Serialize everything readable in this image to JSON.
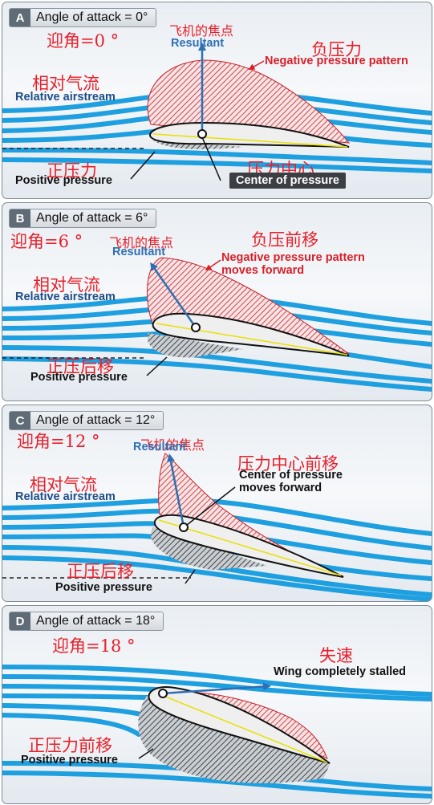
{
  "panels": [
    {
      "letter": "A",
      "title": "Angle of attack = 0°",
      "cn_aoa": "迎角=0 °",
      "cn_focus": "飞机的焦点",
      "resultant": "Resultant",
      "cn_neg": "负压力",
      "negative": "Negative pressure pattern",
      "cn_relative": "相对气流",
      "relative": "Relative airstream",
      "cn_positive": "正压力",
      "positive": "Positive pressure",
      "cn_cp": "压力中心",
      "cp": "Center of pressure"
    },
    {
      "letter": "B",
      "title": "Angle of attack = 6°",
      "cn_aoa": "迎角=6 °",
      "cn_focus": "飞机的焦点",
      "resultant": "Resultant",
      "cn_neg": "负压前移",
      "negative_1": "Negative pressure pattern",
      "negative_2": "moves forward",
      "cn_relative": "相对气流",
      "relative": "Relative airstream",
      "cn_positive": "正压后移",
      "positive": "Positive pressure"
    },
    {
      "letter": "C",
      "title": "Angle of attack = 12°",
      "cn_aoa": "迎角=12 °",
      "cn_focus": "飞机的焦点",
      "resultant": "Resultant",
      "cn_cp": "压力中心前移",
      "cp_1": "Center of pressure",
      "cp_2": "moves forward",
      "cn_relative": "相对气流",
      "relative": "Relative airstream",
      "cn_positive": "正压后移",
      "positive": "Positive pressure"
    },
    {
      "letter": "D",
      "title": "Angle of attack = 18°",
      "cn_aoa": "迎角=18 °",
      "cn_stall": "失速",
      "stall": "Wing completely stalled",
      "cn_positive": "正压力前移",
      "positive": "Positive pressure"
    }
  ],
  "colors": {
    "airstream": "#1e9fe0",
    "negative": "#d8202a",
    "chord": "#e8e000",
    "resultant": "#2e6fb3"
  }
}
